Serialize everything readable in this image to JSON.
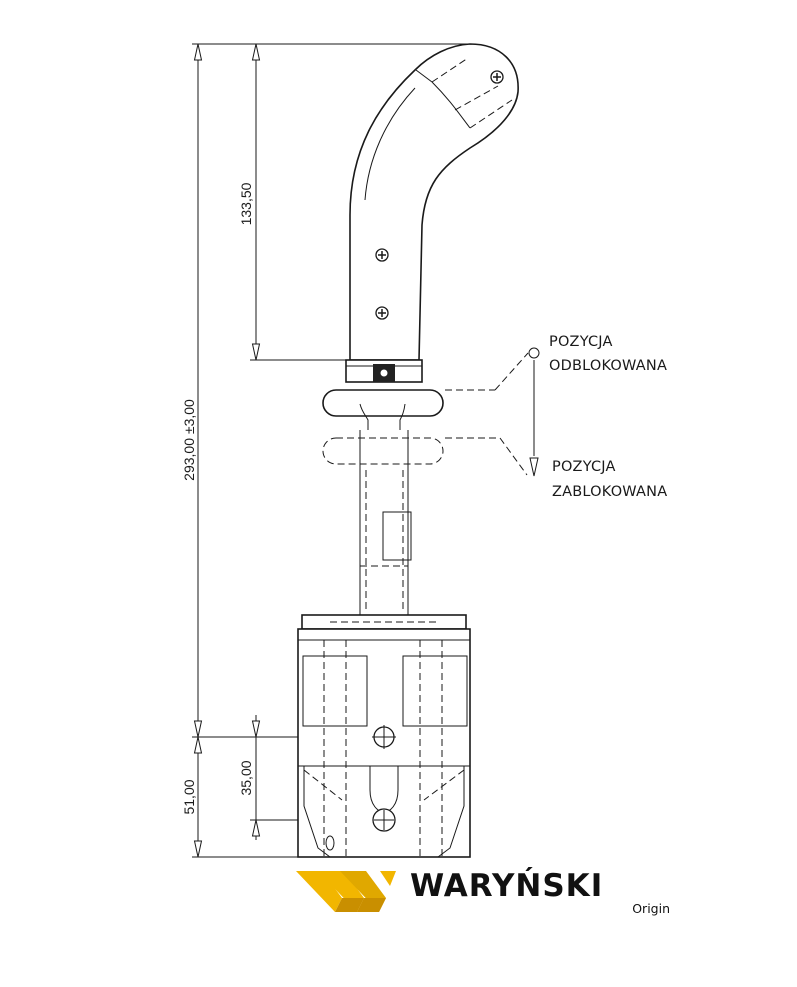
{
  "dimensions": {
    "overall_height": "293,00 ±3,00",
    "handle_height": "133,50",
    "mount_hole_offset": "35,00",
    "base_to_hole": "51,00"
  },
  "callouts": {
    "unlocked": {
      "line1": "POZYCJA",
      "line2": "ODBLOKOWANA"
    },
    "locked": {
      "line1": "POZYCJA",
      "line2": "ZABLOKOWANA"
    }
  },
  "brand": {
    "name": "WARYŃSKI",
    "sub": "Origin",
    "colors": {
      "accent": "#f2b600",
      "accent_dark": "#c98f00",
      "text": "#111111"
    }
  }
}
